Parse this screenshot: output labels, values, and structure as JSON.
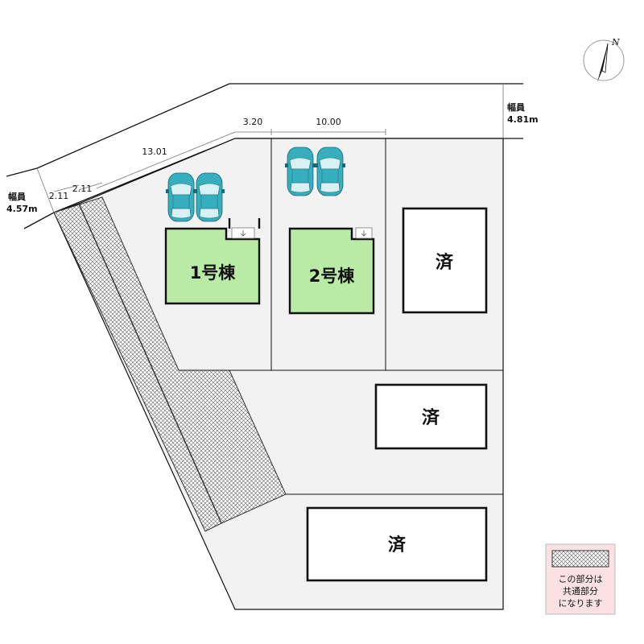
{
  "road_north": {
    "label": "幅員",
    "width": "4.81m"
  },
  "road_west": {
    "label": "幅員",
    "width": "4.57m"
  },
  "dimensions": {
    "d1": "2.11",
    "d2": "2.11",
    "d3": "13.01",
    "d4": "3.20",
    "d5": "10.00"
  },
  "lots": {
    "house1": {
      "label": "1号棟",
      "fill": "#b9eba6"
    },
    "house2": {
      "label": "2号棟",
      "fill": "#b9eba6"
    },
    "sold_a": {
      "label": "済"
    },
    "sold_b": {
      "label": "済"
    },
    "sold_c": {
      "label": "済"
    }
  },
  "north": {
    "letter": "N"
  },
  "legend": {
    "lines": [
      "この部分は",
      "共通部分",
      "になります"
    ],
    "background": "#fbe1e3"
  },
  "colors": {
    "car": "#37aebd",
    "plot_fill": "#f2f2f2",
    "house_fill": "#b9eba6"
  }
}
